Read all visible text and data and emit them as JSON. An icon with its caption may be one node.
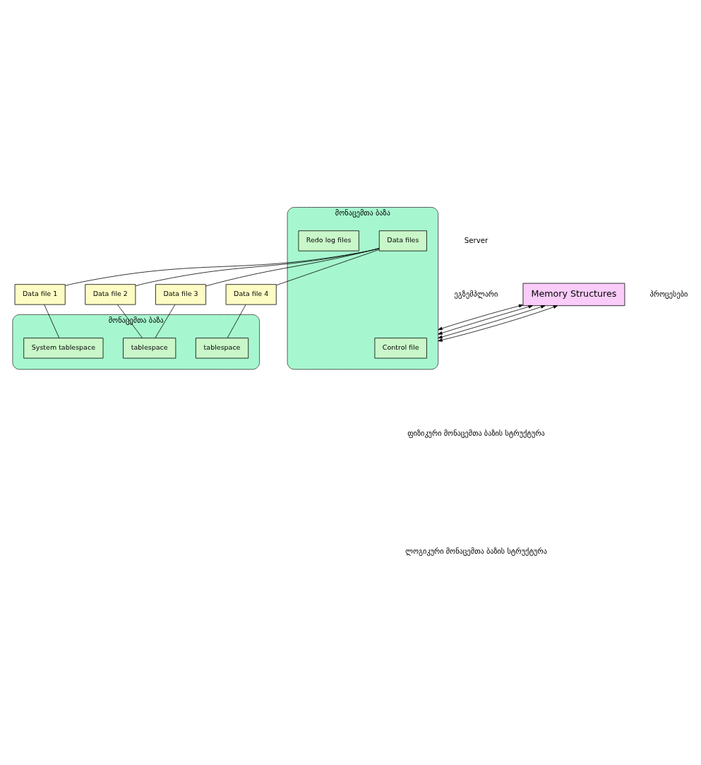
{
  "diagram": {
    "nodes": [
      {
        "text": [
          "Memory Structures"
        ]
      },
      {
        "text": [
          "მონაცემთა ბაზა"
        ]
      },
      {
        "text": [
          "Data files"
        ],
        "in": 1
      },
      {
        "text": [
          "Control file"
        ],
        "in": 1
      },
      {
        "text": [
          "Redo log files"
        ],
        "in": 1
      },
      {
        "text": [
          "Data file 1"
        ]
      },
      {
        "text": [
          "Data file 2"
        ]
      },
      {
        "text": [
          "Data file 3"
        ]
      },
      {
        "text": [
          "Data file 4"
        ]
      },
      {
        "text": [
          "მონაცემთა ბაზა"
        ]
      },
      {
        "text": [
          "System tablespace"
        ],
        "in": 9
      },
      {
        "text": [
          "tablespace"
        ],
        "in": 9
      },
      {
        "text": [
          "tablespace"
        ],
        "in": 9
      }
    ],
    "edges": [
      {
        "from": 0,
        "to": 1,
        "arrow": "both"
      },
      {
        "from": 0,
        "to": 1,
        "arrow": "both"
      },
      {
        "from": 0,
        "to": 1,
        "arrow": "both"
      },
      {
        "from": 0,
        "to": 1,
        "arrow": "both"
      },
      {
        "from": 2,
        "to": 5,
        "arrow": "none"
      },
      {
        "from": 2,
        "to": 6,
        "arrow": "none"
      },
      {
        "from": 2,
        "to": 7,
        "arrow": "none"
      },
      {
        "from": 2,
        "to": 8,
        "arrow": "none"
      },
      {
        "from": 5,
        "to": 10,
        "arrow": "none"
      },
      {
        "from": 6,
        "to": 11,
        "arrow": "none"
      },
      {
        "from": 7,
        "to": 11,
        "arrow": "none"
      },
      {
        "from": 8,
        "to": 12,
        "arrow": "none"
      }
    ],
    "labels": [
      "Server",
      "ეგზემპლარი",
      "პროცესები",
      "ფიზიკური მონაცემთა ბაზის სტრუქტურა",
      "ლოგიკური მონაცემთა ბაზის სტრუქტურა"
    ]
  }
}
